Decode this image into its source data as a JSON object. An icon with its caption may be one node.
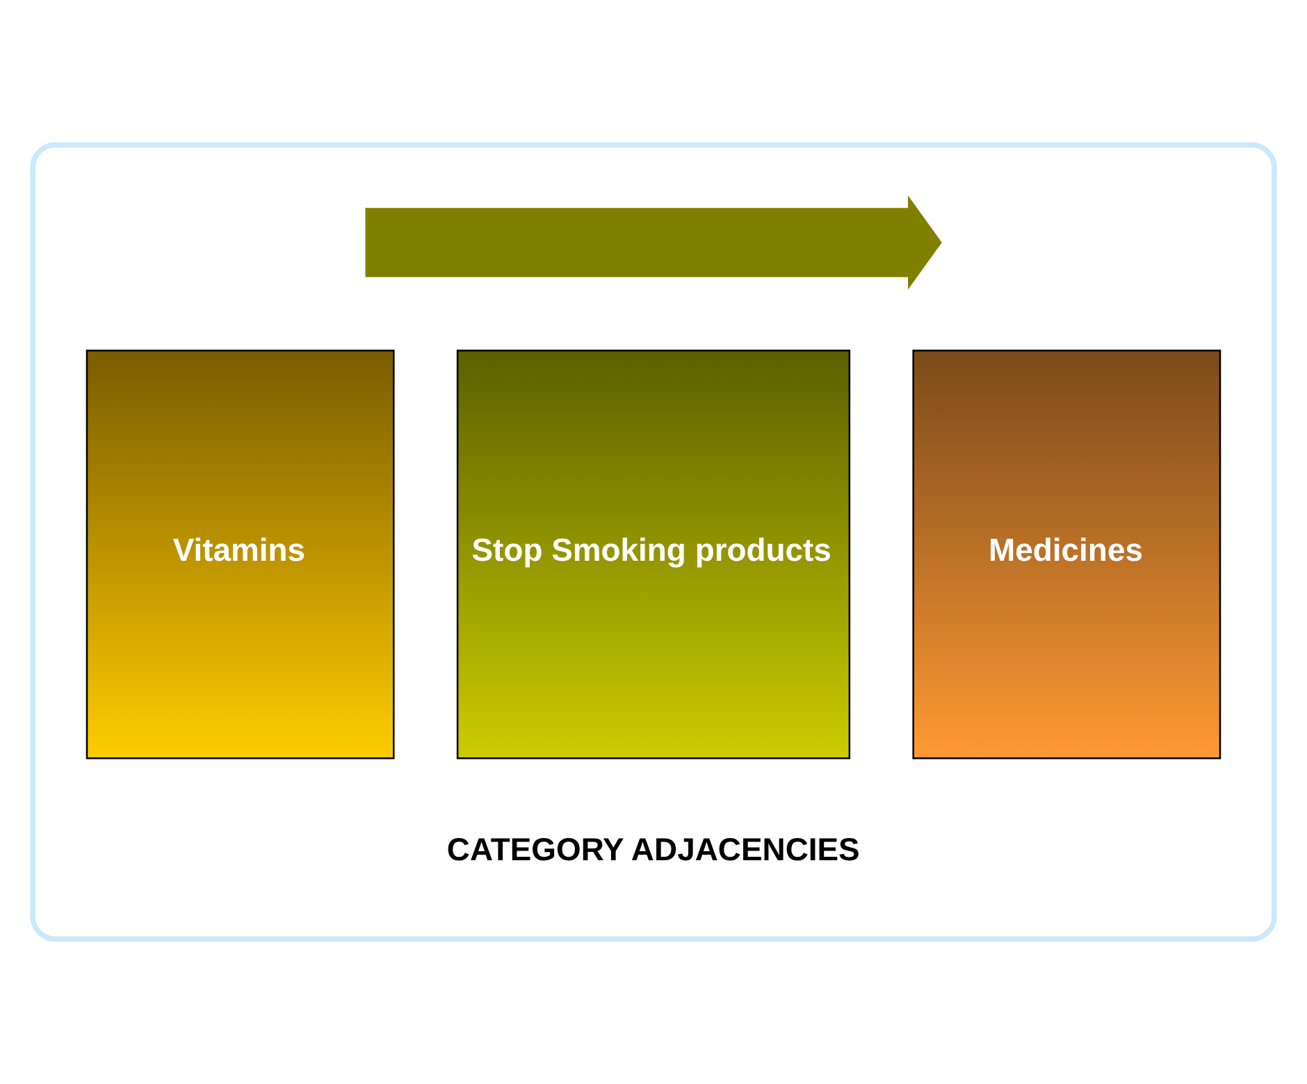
{
  "diagram": {
    "nodes": [
      {
        "text": [],
        "shape": "box"
      },
      {
        "text": [],
        "shape": "arrow",
        "in": 0
      },
      {
        "text": [
          "Vitamins"
        ],
        "in": 0
      },
      {
        "text": [
          "Stop Smoking products"
        ],
        "in": 0
      },
      {
        "text": [
          "Medicines"
        ],
        "in": 0
      }
    ],
    "labels": [
      "CATEGORY ADJACENCIES"
    ]
  }
}
